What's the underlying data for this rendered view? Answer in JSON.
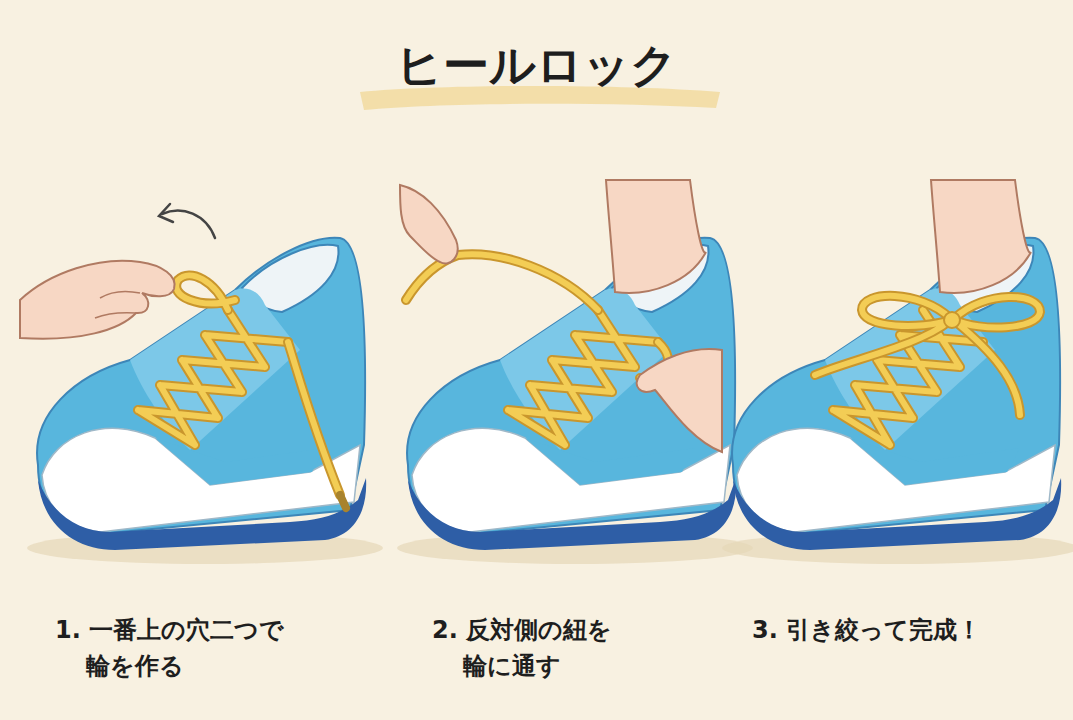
{
  "diagram": {
    "title": "ヒールロック",
    "labels": [
      "1. 一番上の穴二つで 輪を作る",
      "2. 反対側の紐を 輪に通す",
      "3. 引き絞って完成！"
    ]
  }
}
